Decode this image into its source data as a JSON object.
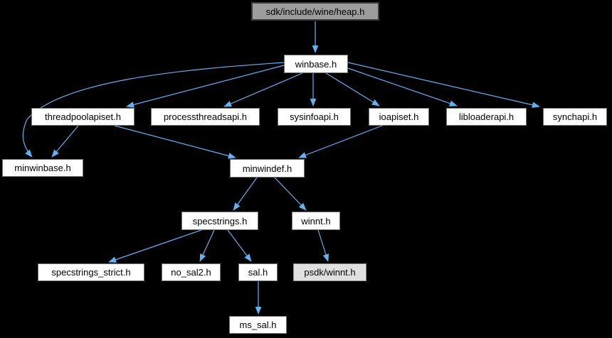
{
  "graph": {
    "type": "include-dependency-graph",
    "background_color": "#000000",
    "edge_color": "#63b0f2",
    "node_fill_default": "#ffffff",
    "node_fill_current": "#9d9d9d",
    "node_fill_unresolved": "#e0e0e0",
    "nodes": [
      {
        "id": "heap",
        "label": "sdk/include/wine/heap.h",
        "role": "current-file"
      },
      {
        "id": "winbase",
        "label": "winbase.h",
        "role": "header"
      },
      {
        "id": "threadpoolapiset",
        "label": "threadpoolapiset.h",
        "role": "header"
      },
      {
        "id": "processthreadsapi",
        "label": "processthreadsapi.h",
        "role": "header"
      },
      {
        "id": "sysinfoapi",
        "label": "sysinfoapi.h",
        "role": "header"
      },
      {
        "id": "ioapiset",
        "label": "ioapiset.h",
        "role": "header"
      },
      {
        "id": "libloaderapi",
        "label": "libloaderapi.h",
        "role": "header"
      },
      {
        "id": "synchapi",
        "label": "synchapi.h",
        "role": "header"
      },
      {
        "id": "minwinbase",
        "label": "minwinbase.h",
        "role": "header"
      },
      {
        "id": "minwindef",
        "label": "minwindef.h",
        "role": "header"
      },
      {
        "id": "specstrings",
        "label": "specstrings.h",
        "role": "header"
      },
      {
        "id": "winnt",
        "label": "winnt.h",
        "role": "header"
      },
      {
        "id": "specstrings_strict",
        "label": "specstrings_strict.h",
        "role": "header"
      },
      {
        "id": "no_sal2",
        "label": "no_sal2.h",
        "role": "header"
      },
      {
        "id": "sal",
        "label": "sal.h",
        "role": "header"
      },
      {
        "id": "psdk_winnt",
        "label": "psdk/winnt.h",
        "role": "header-gray"
      },
      {
        "id": "ms_sal",
        "label": "ms_sal.h",
        "role": "header"
      }
    ],
    "edges": [
      {
        "from": "sdk/include/wine/heap.h",
        "to": "winbase.h"
      },
      {
        "from": "winbase.h",
        "to": "threadpoolapiset.h"
      },
      {
        "from": "winbase.h",
        "to": "minwinbase.h"
      },
      {
        "from": "winbase.h",
        "to": "processthreadsapi.h"
      },
      {
        "from": "winbase.h",
        "to": "sysinfoapi.h"
      },
      {
        "from": "winbase.h",
        "to": "ioapiset.h"
      },
      {
        "from": "winbase.h",
        "to": "libloaderapi.h"
      },
      {
        "from": "winbase.h",
        "to": "synchapi.h"
      },
      {
        "from": "threadpoolapiset.h",
        "to": "minwinbase.h"
      },
      {
        "from": "threadpoolapiset.h",
        "to": "minwindef.h"
      },
      {
        "from": "ioapiset.h",
        "to": "minwindef.h"
      },
      {
        "from": "minwindef.h",
        "to": "specstrings.h"
      },
      {
        "from": "minwindef.h",
        "to": "winnt.h"
      },
      {
        "from": "specstrings.h",
        "to": "specstrings_strict.h"
      },
      {
        "from": "specstrings.h",
        "to": "no_sal2.h"
      },
      {
        "from": "specstrings.h",
        "to": "sal.h"
      },
      {
        "from": "winnt.h",
        "to": "psdk/winnt.h"
      },
      {
        "from": "sal.h",
        "to": "ms_sal.h"
      }
    ]
  }
}
